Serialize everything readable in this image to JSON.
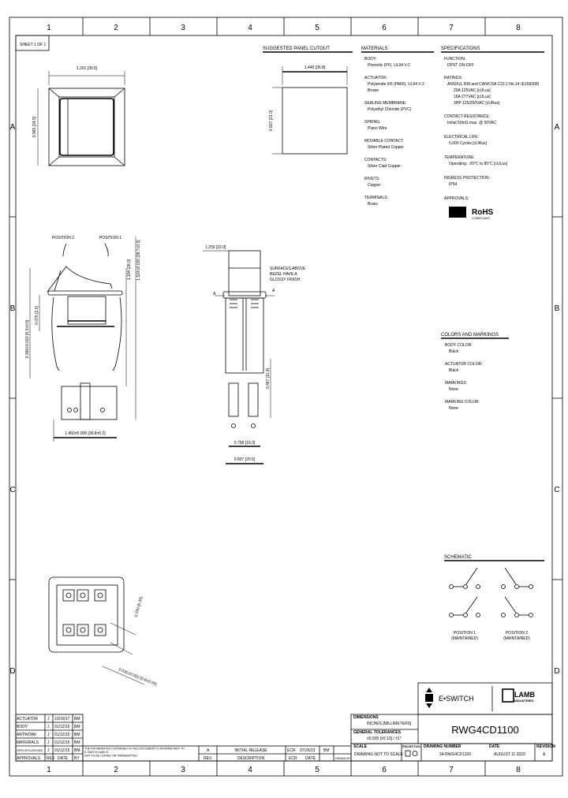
{
  "zones": {
    "columns": [
      "1",
      "2",
      "3",
      "4",
      "5",
      "6",
      "7",
      "8"
    ],
    "rows": [
      "A",
      "B",
      "C",
      "D"
    ]
  },
  "sheet": "SHEET 1 OF 1",
  "views": {
    "front": {
      "width_dim": "1.201 [30.5]",
      "height_dim": "0.965 [24.5]"
    },
    "panel_cutout": {
      "title": "SUGGESTED PANEL CUTOUT",
      "width_dim": "1.449 [36.8]",
      "height_dim": "0.827 [21.0]"
    },
    "side": {
      "position_2": "POSITION 2",
      "position_1": "POSITION 1",
      "dim_a": "1.104 [28.0]",
      "dim_b": "1.524±0.020 [38.7±0.5]",
      "dim_c": "0.366±0.020 [9.3±0.5]",
      "dim_d": "0.079 [2.0]",
      "bottom_dim": "1.450±0.008 [36.8±0.2]"
    },
    "end": {
      "top_dim": "1.259 [32.0]",
      "note": [
        "SURFACES ABOVE",
        "BEZEL HAVE A",
        "GLOSSY FINISH"
      ],
      "dim_right": "0.467 [11.9]",
      "dim_b1": "0.758 [19.3]",
      "dim_b2": "0.807 [20.5]"
    },
    "bottom": {
      "dim_right": "0.250 [6.35]",
      "dim_bottom": "0.032±0.002 [0.8±0.05]"
    }
  },
  "materials": {
    "title": "MATERIALS",
    "items": [
      {
        "label": "BODY:",
        "value": [
          "Phenolic (PF), UL94 V-2"
        ]
      },
      {
        "label": "ACTUATOR:",
        "value": [
          "Polyamide 6/6 (PA66), UL94 V-2",
          "Brown"
        ]
      },
      {
        "label": "SEALING MEMBRANE:",
        "value": [
          "Polyethyl Chloride (PVC)"
        ]
      },
      {
        "label": "SPRING:",
        "value": [
          "Piano Wire"
        ]
      },
      {
        "label": "MOVABLE CONTACT:",
        "value": [
          "Silver Plated Copper"
        ]
      },
      {
        "label": "CONTACTS:",
        "value": [
          "Silver Clad Copper"
        ]
      },
      {
        "label": "RIVETS:",
        "value": [
          "Copper"
        ]
      },
      {
        "label": "TERMINALS:",
        "value": [
          "Brass"
        ]
      }
    ]
  },
  "specifications": {
    "title": "SPECIFICATIONS",
    "items": [
      {
        "label": "FUNCTION:",
        "value": [
          "DPST ON-OFF"
        ]
      },
      {
        "label": "RATINGS:",
        "value": [
          "ANSI/UL 508 and CAN/CSA C22.2 No.14 (E158308)",
          "20A 125VAC [cULus]",
          "16A 277VAC [cULus]",
          "3HP 125/250VAC [cURus]"
        ]
      },
      {
        "label": "CONTACT RESISTANCE:",
        "value": [
          "Initial 50mΩ max. @ 50VAC"
        ]
      },
      {
        "label": "ELECTRICAL LIFE:",
        "value": [
          "5,000 Cycles [cURus]"
        ]
      },
      {
        "label": "TEMPERATURE:",
        "value": [
          "Operating: -20°C to 85°C [cULus]"
        ]
      },
      {
        "label": "INGRESS PROTECTION:",
        "value": [
          "IP54"
        ]
      },
      {
        "label": "APPROVALS:",
        "value": []
      }
    ],
    "rohs": "RoHS",
    "rohs_sub": "COMPLIANT"
  },
  "colors_markings": {
    "title": "COLORS AND MARKINGS",
    "items": [
      {
        "label": "BODY COLOR:",
        "value": "Black"
      },
      {
        "label": "ACTUATOR COLOR:",
        "value": "Black"
      },
      {
        "label": "MARKINGS:",
        "value": "None"
      },
      {
        "label": "MARKING COLOR:",
        "value": "None"
      }
    ]
  },
  "schematic": {
    "title": "SCHEMATIC",
    "pos1": [
      "POSITION 1",
      "(MAINTAINED)"
    ],
    "pos2": [
      "POSITION 2",
      "(MAINTAINED)"
    ]
  },
  "title_block": {
    "brand": "E•SWITCH",
    "brand2": "LAMB",
    "brand2_sub": "INDUSTRIES",
    "units_label": "DIMENSIONS",
    "units": "INCHES [MILLIMETERS]",
    "tol_label": "GENERAL TOLERANCES",
    "tolerances": "±0.005 [±0.13] / ±1°",
    "part_number": "RWG4CD1100",
    "scale_label": "SCALE",
    "scale": "DRAWING NOT TO SCALE",
    "projection_label": "PROJECTION",
    "drawing_number_label": "DRAWING NUMBER",
    "drawing_number": "34-RWG4CD1100",
    "date_label": "DATE",
    "date": "AUGUST 11 2023",
    "revision_label": "REVISION",
    "revision": "A"
  },
  "approval_table": {
    "rows": [
      [
        "ACTUATOR",
        "J",
        "10/16/17",
        "BM"
      ],
      [
        "BODY",
        "J",
        "01/12/15",
        "BM"
      ],
      [
        "ARTWORK",
        "J",
        "01/12/15",
        "BM"
      ],
      [
        "MATERIALS",
        "J",
        "01/12/15",
        "BM"
      ],
      [
        "SPECIFICATIONS",
        "J",
        "01/12/15",
        "BM"
      ]
    ],
    "header": [
      "APPROVALS",
      "REV",
      "DATE",
      "BY"
    ]
  },
  "revision_block": {
    "notice": [
      "THE INFORMATION CONTAINED IN THIS DOCUMENT IS PROPRIETARY TO E-SWITCH AND IS",
      "NOT TO BE COPIED OR TRANSMITTED"
    ],
    "rev": "A",
    "rev_label": "REV.",
    "description": "INITIAL RELEASE",
    "description_label": "DESCRIPTION",
    "ecr": "ECR",
    "date": "07/26/23",
    "by": "BM",
    "ecr_label": "ECR",
    "date_label": "DATE",
    "drawn_label": "DRAWN BY"
  }
}
